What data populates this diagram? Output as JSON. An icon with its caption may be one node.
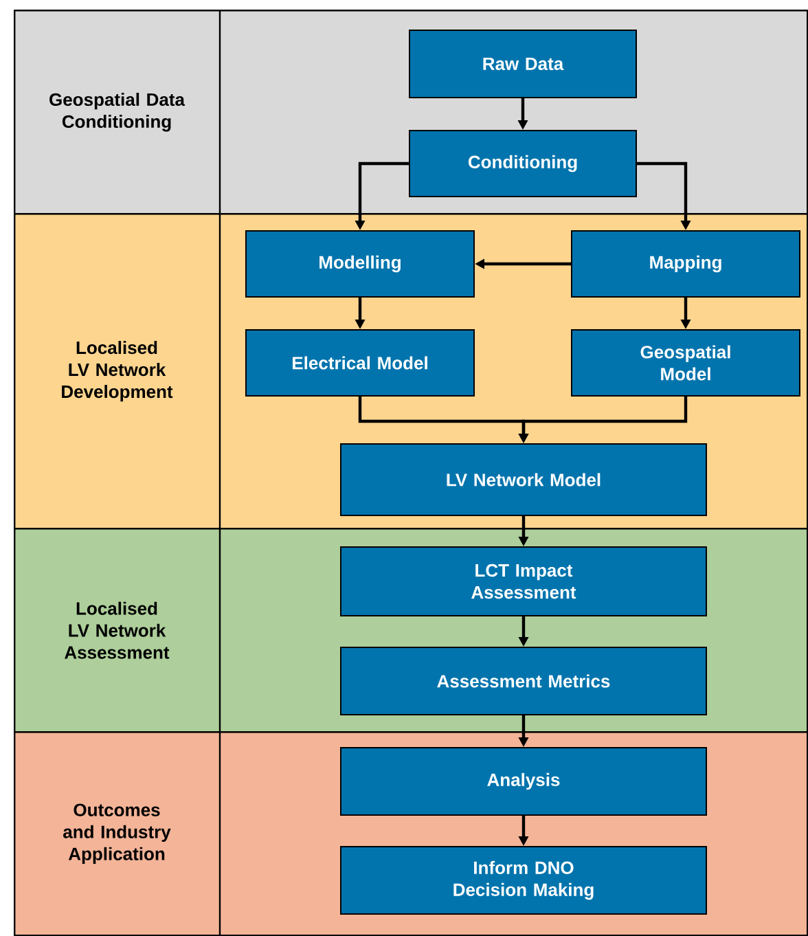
{
  "diagram": {
    "nodes": [
      {
        "text": [
          "Geospatial Data Conditioning"
        ]
      },
      {
        "text": [
          "Raw Data"
        ],
        "in": 0
      },
      {
        "text": [
          "Conditioning"
        ],
        "in": 0
      },
      {
        "text": [
          "Localised LV Network Development"
        ]
      },
      {
        "text": [
          "Modelling"
        ],
        "in": 3
      },
      {
        "text": [
          "Mapping"
        ],
        "in": 3
      },
      {
        "text": [
          "Electrical Model"
        ],
        "in": 3
      },
      {
        "text": [
          "Geospatial Model"
        ],
        "in": 3
      },
      {
        "text": [
          "LV Network Model"
        ],
        "in": 3
      },
      {
        "text": [
          "Localised LV Network Assessment"
        ]
      },
      {
        "text": [
          "LCT Impact Assessment"
        ],
        "in": 9
      },
      {
        "text": [
          "Assessment Metrics"
        ],
        "in": 9
      },
      {
        "text": [
          "Outcomes and Industry Application"
        ]
      },
      {
        "text": [
          "Analysis"
        ],
        "in": 12
      },
      {
        "text": [
          "Inform DNO Decision Making"
        ],
        "in": 12
      }
    ],
    "edges": [
      {
        "from": 1,
        "to": 2,
        "arrow": "to"
      },
      {
        "from": 2,
        "to": 4,
        "arrow": "to"
      },
      {
        "from": 2,
        "to": 5,
        "arrow": "to"
      },
      {
        "from": 5,
        "to": 4,
        "arrow": "to"
      },
      {
        "from": 4,
        "to": 6,
        "arrow": "to"
      },
      {
        "from": 5,
        "to": 7,
        "arrow": "to"
      },
      {
        "from": 6,
        "to": 8,
        "arrow": "to"
      },
      {
        "from": 7,
        "to": 8,
        "arrow": "to"
      },
      {
        "from": 8,
        "to": 10,
        "arrow": "to"
      },
      {
        "from": 10,
        "to": 11,
        "arrow": "to"
      },
      {
        "from": 11,
        "to": 13,
        "arrow": "to"
      },
      {
        "from": 13,
        "to": 14,
        "arrow": "to"
      }
    ]
  }
}
